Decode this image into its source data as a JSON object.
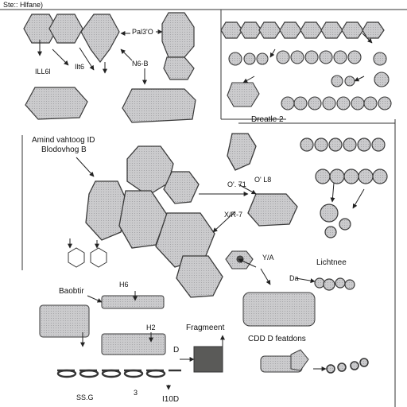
{
  "labels": {
    "top_title": "Ste:: Hlfane)",
    "pa_top": "Pal3'O",
    "ill6l": "ILL6l",
    "ilt6": "Ilt6",
    "n6_b": "N6-B",
    "dreatle_2": "Dreatle 2",
    "amind_vahtoog": "Amind vahtoog ID",
    "blodovhog_b": "Blodovhog B",
    "o_i_8": "O' L8",
    "o_71": "O'. 71",
    "x_r_7": "X/R-7",
    "y_a": "Y/A",
    "d_ab": "Da",
    "lichtnee": "Lichtnee",
    "baobtir": "Baobtir",
    "h6": "H6",
    "fragmeent": "Fragmeent",
    "d_label": "D",
    "h2": "H2",
    "cdd_d_featdons": "CDD D featdons",
    "ss_g": "SS.G",
    "three": "3",
    "iod": "I10D"
  },
  "colors": {
    "hex_fill": "#c9c9cb",
    "hex_stroke": "#3a3a3a",
    "dark_block": "#5a5a58",
    "light_block": "#d2d2d2",
    "line": "#222222"
  }
}
